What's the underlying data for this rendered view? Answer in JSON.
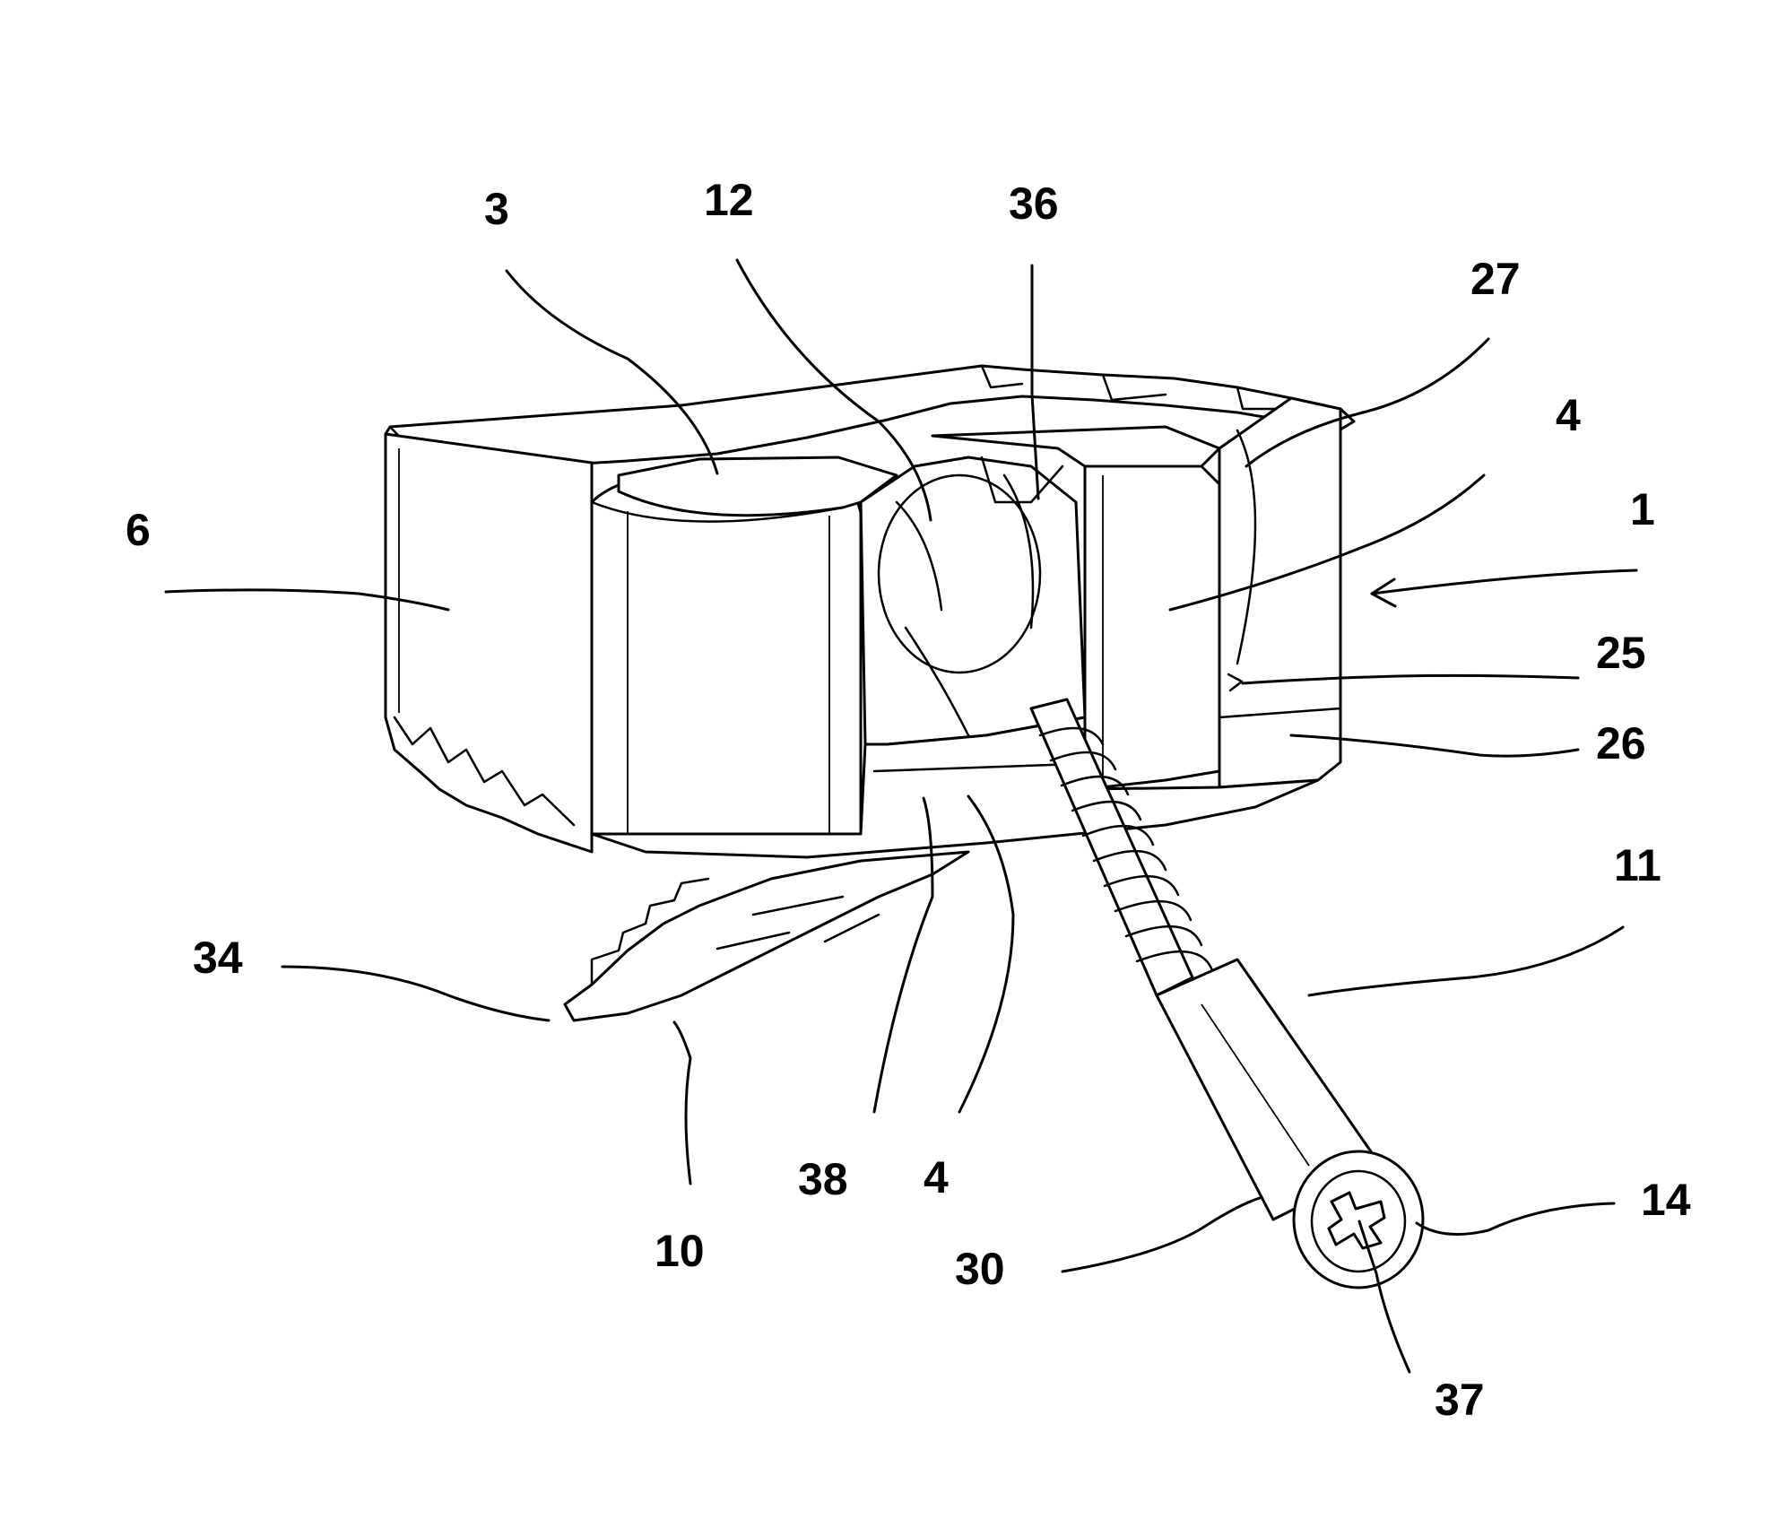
{
  "figure": {
    "reference_numerals": {
      "implant_body": "1",
      "face_3": "3",
      "face_4_top": "4",
      "face_4_bottom": "4",
      "side_6": "6",
      "blade_10": "10",
      "screw_11": "11",
      "passage_12": "12",
      "screw_head_14": "14",
      "notch_25": "25",
      "wall_26": "26",
      "edge_27": "27",
      "shank_30": "30",
      "tooth_34": "34",
      "slot_36": "36",
      "drive_37": "37",
      "ledge_38": "38"
    }
  }
}
